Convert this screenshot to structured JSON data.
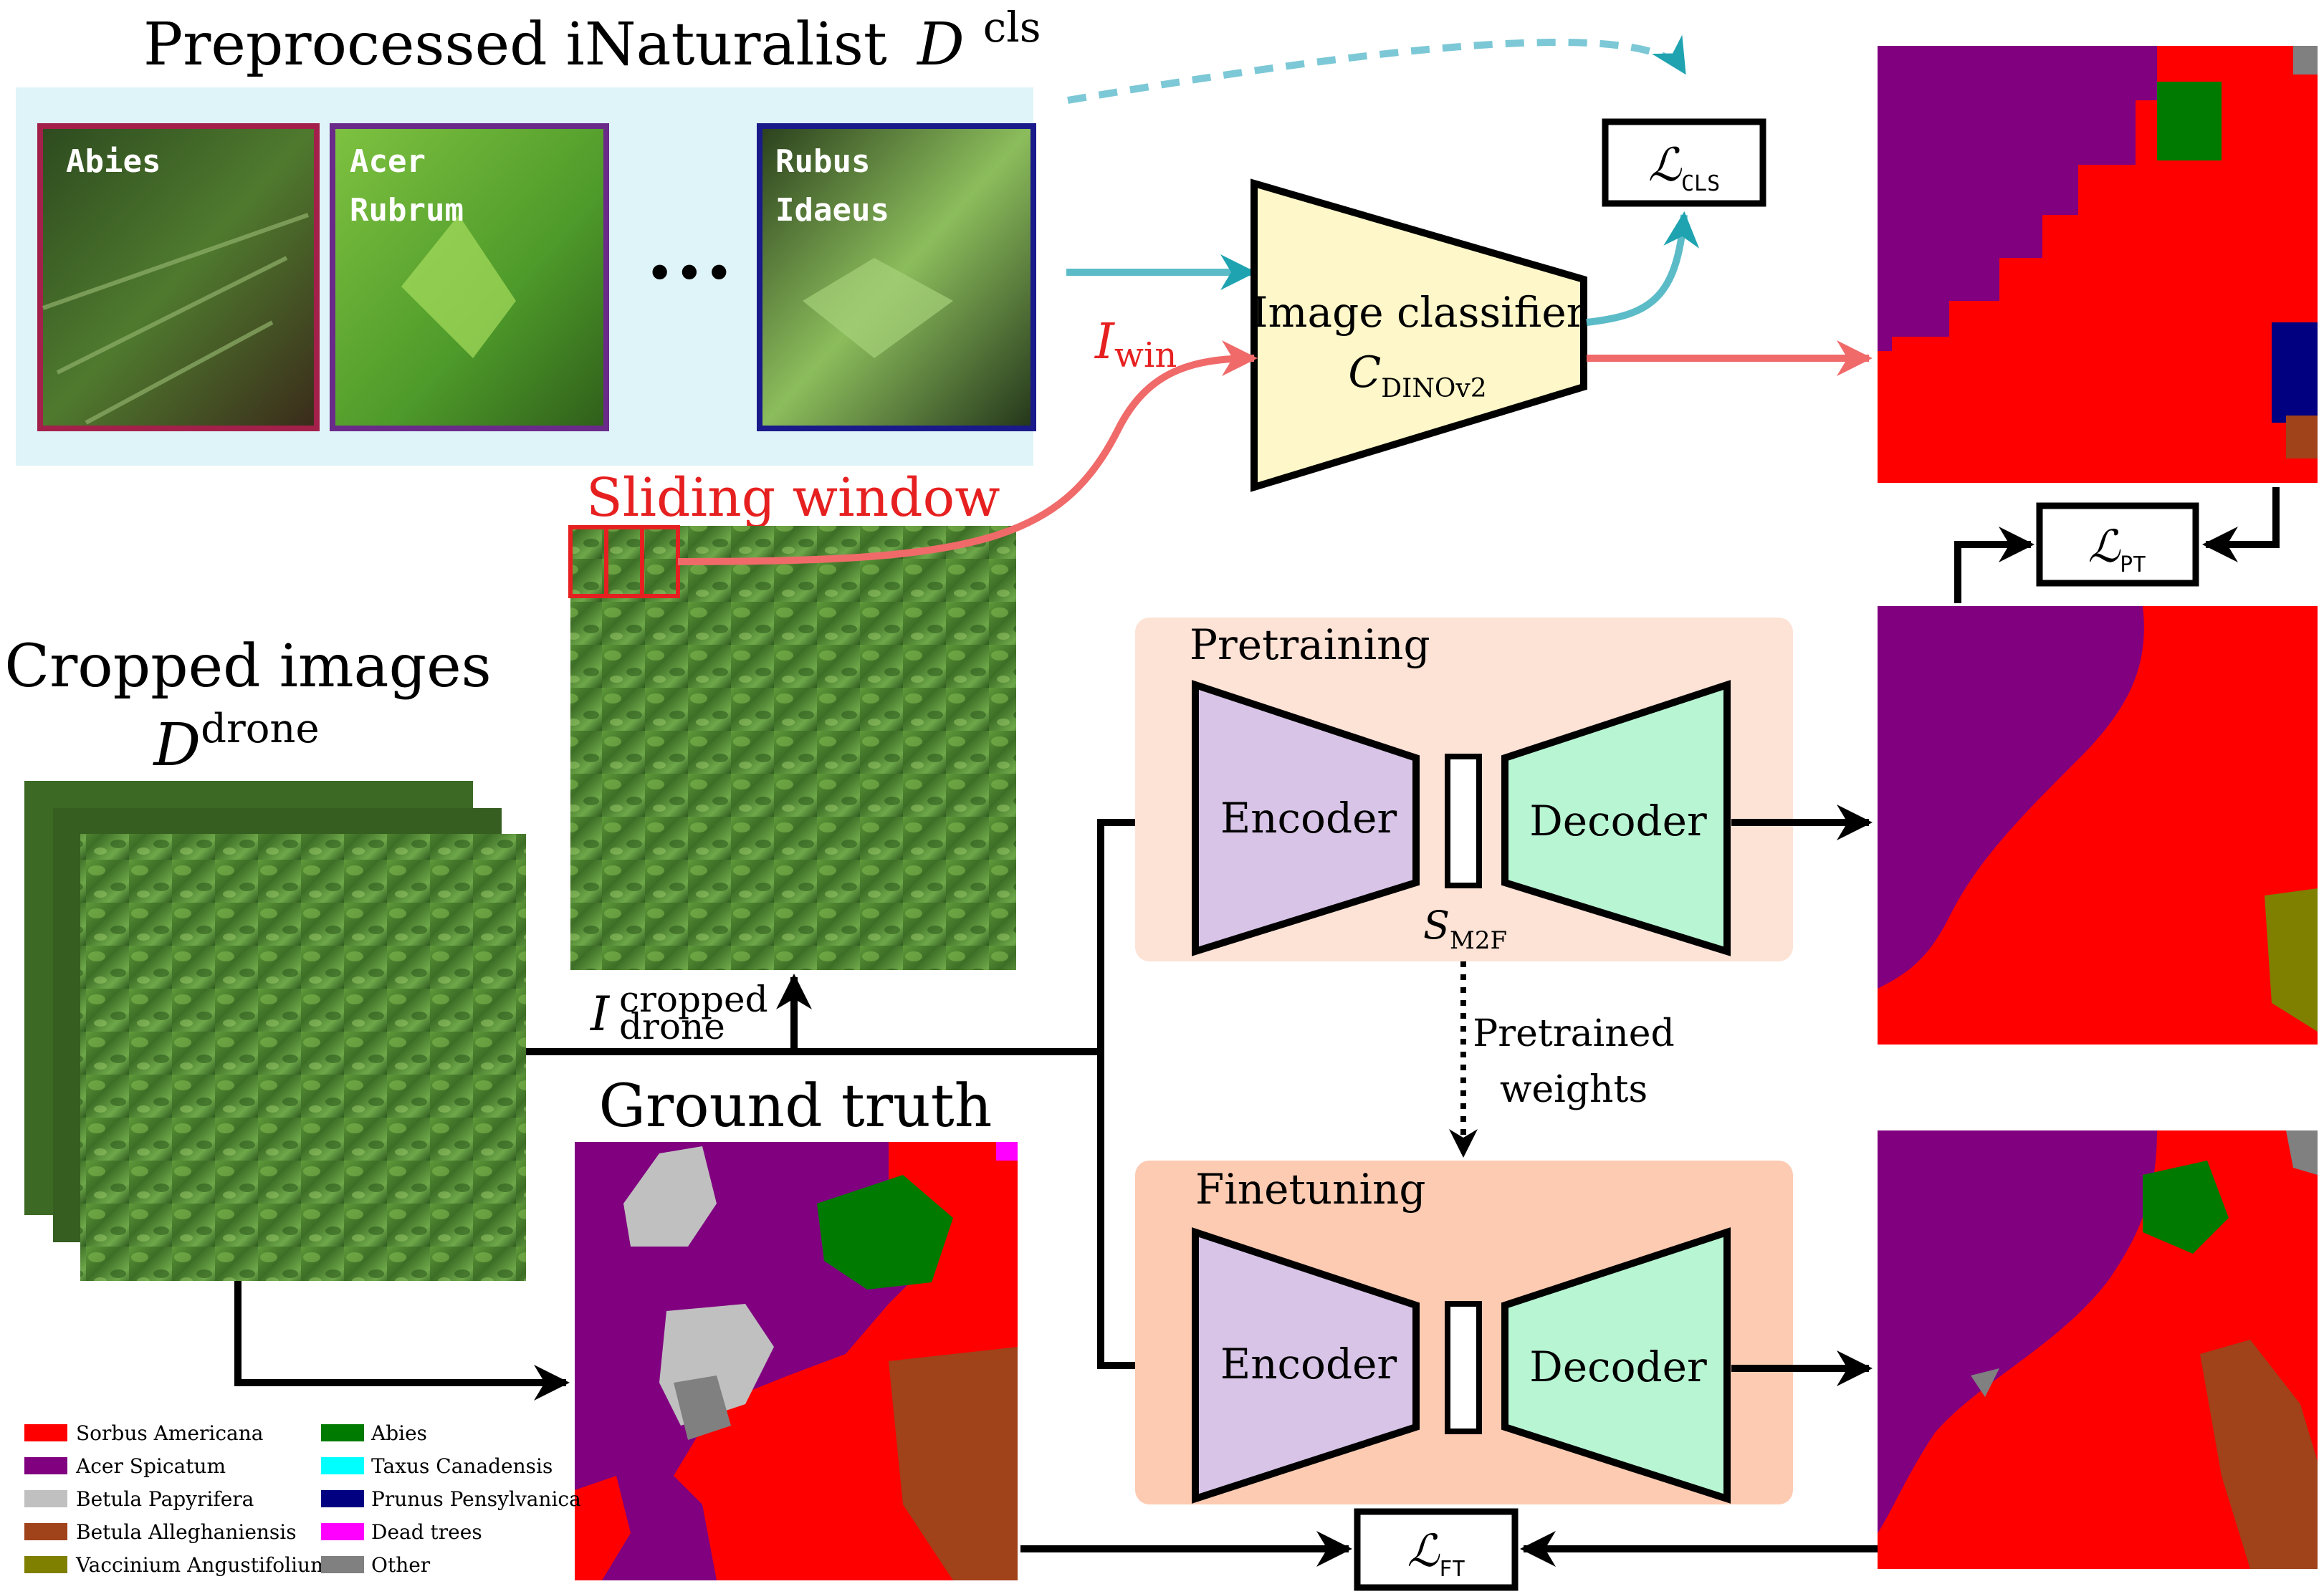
{
  "inat": {
    "title": "Preprocessed iNaturalist",
    "title_symbol": "D",
    "title_sup": "cls",
    "samples": [
      {
        "label_line1": "Abies",
        "label_line2": ""
      },
      {
        "label_line1": "Acer",
        "label_line2": "Rubrum"
      },
      {
        "label_line1": "Rubus",
        "label_line2": "Idaeus"
      }
    ],
    "ellipsis": "•••"
  },
  "classifier": {
    "label": "Image classifier",
    "symbol": "C",
    "symbol_sub": "DINOv2",
    "input_symbol": "I",
    "input_sub": "win"
  },
  "losses": {
    "cls": {
      "symbol": "ℒ",
      "sub": "CLS"
    },
    "pt": {
      "symbol": "ℒ",
      "sub": "PT"
    },
    "ft": {
      "symbol": "ℒ",
      "sub": "FT"
    }
  },
  "sliding_window": {
    "label": "Sliding window"
  },
  "cropped": {
    "title": "Cropped images",
    "symbol": "D",
    "sup": "drone",
    "input_symbol": "I",
    "input_sup": "cropped",
    "input_sub": "drone"
  },
  "ground_truth": {
    "title": "Ground truth"
  },
  "pretraining": {
    "title": "Pretraining",
    "encoder": "Encoder",
    "decoder": "Decoder",
    "bottleneck_symbol": "S",
    "bottleneck_sub": "M2F"
  },
  "finetuning": {
    "title": "Finetuning",
    "encoder": "Encoder",
    "decoder": "Decoder"
  },
  "pretrained_weights": {
    "line1": "Pretrained",
    "line2": "weights"
  },
  "legend": {
    "items": [
      {
        "label": "Sorbus Americana",
        "color": "#ff0000"
      },
      {
        "label": "Acer Spicatum",
        "color": "#800080"
      },
      {
        "label": "Betula Papyrifera",
        "color": "#c0c0c0"
      },
      {
        "label": "Betula Alleghaniensis",
        "color": "#a0421a"
      },
      {
        "label": "Vaccinium Angustifolium",
        "color": "#7f7f00"
      },
      {
        "label": "Abies",
        "color": "#007a00"
      },
      {
        "label": "Taxus Canadensis",
        "color": "#00ffff"
      },
      {
        "label": "Prunus Pensylvanica",
        "color": "#000080"
      },
      {
        "label": "Dead trees",
        "color": "#ff00ff"
      },
      {
        "label": "Other",
        "color": "#808080"
      }
    ]
  },
  "colors": {
    "cyan_arrow": "#5bbcc8",
    "red_arrow": "#f06a6a",
    "inat_panel": "#dff4f9",
    "pretrain_panel": "#fde2d6",
    "finetune_panel": "#fdcbb2",
    "classifier_fill": "#fdf7c9",
    "encoder_fill": "#d8c4e6",
    "decoder_fill": "#b8f5d3"
  }
}
